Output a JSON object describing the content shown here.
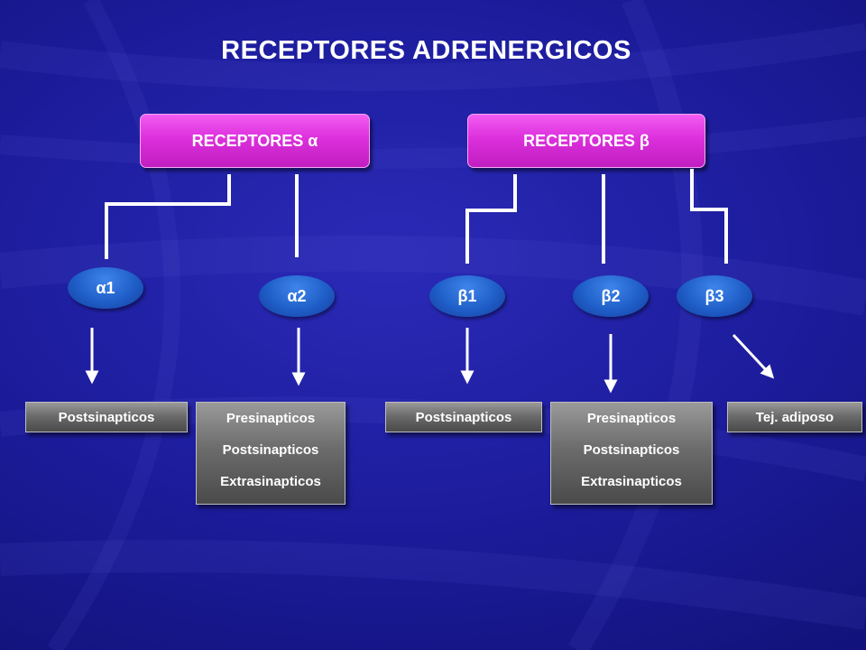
{
  "title": "RECEPTORES  ADRENERGICOS",
  "categories": {
    "alpha": "RECEPTORES α",
    "beta": "RECEPTORES β"
  },
  "receptors": {
    "a1": "α1",
    "a2": "α2",
    "b1": "β1",
    "b2": "β2",
    "b3": "β3"
  },
  "locations": {
    "a1": [
      "Postsinapticos"
    ],
    "a2": [
      "Presinapticos",
      "Postsinapticos",
      "Extrasinapticos"
    ],
    "b1": [
      "Postsinapticos"
    ],
    "b2": [
      "Presinapticos",
      "Postsinapticos",
      "Extrasinapticos"
    ],
    "b3": [
      "Tej. adiposo"
    ]
  },
  "colors": {
    "background": "#1c1c9c",
    "category_fill": "#dc30dc",
    "receptor_fill": "#1f5ec8",
    "location_fill": "#6c6c6c",
    "connector": "#ffffff"
  }
}
